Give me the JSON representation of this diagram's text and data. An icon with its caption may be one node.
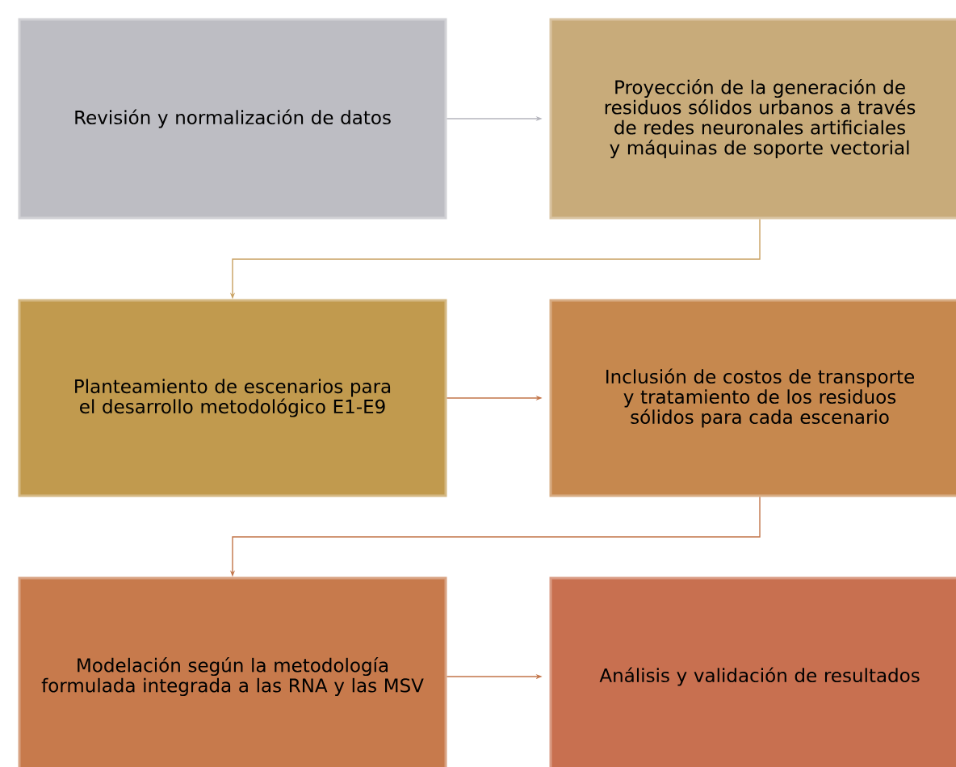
{
  "diagram": {
    "nodes": [
      {
        "text": [
          "Revisión y normalización de datos"
        ]
      },
      {
        "text": [
          "Proyección de la generación de residuos sólidos urbanos a través de redes neuronales artificiales y máquinas de soporte vectorial"
        ]
      },
      {
        "text": [
          "Planteamiento de escenarios para el desarrollo metodológico E1-E9"
        ]
      },
      {
        "text": [
          "Inclusión de costos de transporte y tratamiento de los residuos sólidos para cada escenario"
        ]
      },
      {
        "text": [
          "Modelación según la metodología formulada integrada a las RNA y las MSV"
        ]
      },
      {
        "text": [
          "Análisis y validación de resultados"
        ]
      }
    ],
    "edges": [
      {
        "from": 0,
        "to": 1,
        "arrow": "to",
        "color": "#b4b4bc"
      },
      {
        "from": 1,
        "to": 2,
        "arrow": "to",
        "color": "#c8a060"
      },
      {
        "from": 2,
        "to": 3,
        "arrow": "to",
        "color": "#c27448"
      },
      {
        "from": 3,
        "to": 4,
        "arrow": "to",
        "color": "#c27448"
      },
      {
        "from": 4,
        "to": 5,
        "arrow": "to",
        "color": "#c27448"
      }
    ]
  }
}
